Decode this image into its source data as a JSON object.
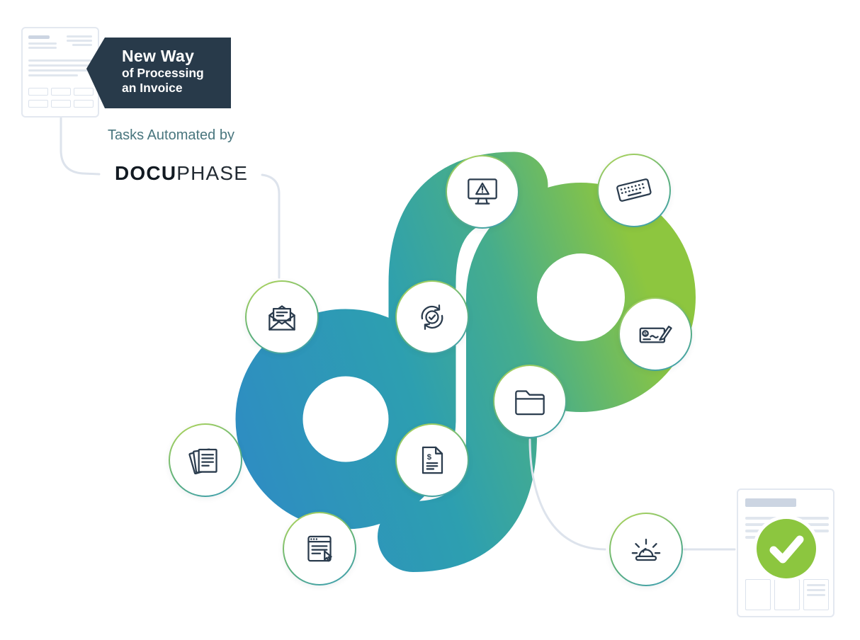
{
  "callout": {
    "line1": "New Way",
    "line2": "of Processing",
    "line3": "an Invoice"
  },
  "intro": {
    "subtitle": "Tasks Automated by",
    "brand_bold": "DOCU",
    "brand_light": "PHASE"
  },
  "glyphs": {
    "dollar": "$"
  },
  "flow_icons": [
    {
      "name": "alert-monitor-icon"
    },
    {
      "name": "keyboard-icon"
    },
    {
      "name": "open-envelope-icon"
    },
    {
      "name": "sync-check-icon"
    },
    {
      "name": "check-signing-icon"
    },
    {
      "name": "folder-icon"
    },
    {
      "name": "document-stack-icon"
    },
    {
      "name": "dollar-document-icon"
    },
    {
      "name": "web-form-cursor-icon"
    },
    {
      "name": "alarm-light-icon"
    },
    {
      "name": "approved-check-icon"
    }
  ],
  "colors": {
    "brand_blue": "#2E8DC2",
    "brand_teal": "#2EA3A5",
    "brand_green": "#8DC63F",
    "dark_navy": "#283A4A",
    "icon_stroke": "#2B3C4E",
    "connector_gray": "#DDE3EC",
    "subtitle_teal": "#49767E"
  }
}
